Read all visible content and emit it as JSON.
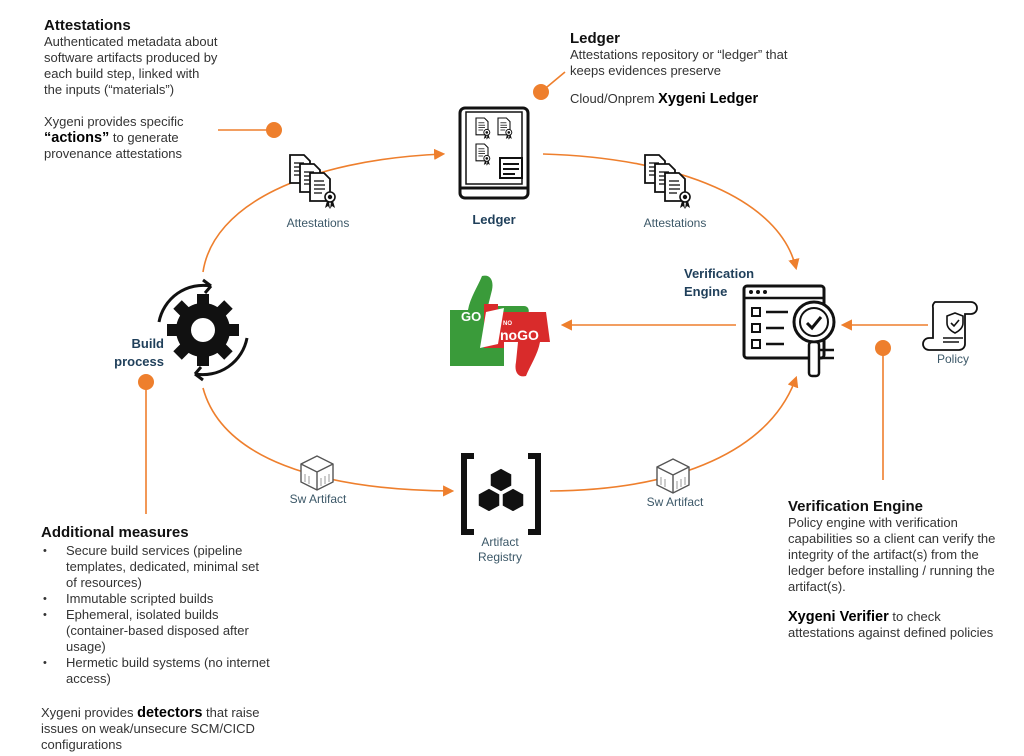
{
  "attestations": {
    "title": "Attestations",
    "desc": "Authenticated metadata about software artifacts produced by each build step, linked with the inputs (“materials”)",
    "xygeni_pre": "Xygeni provides specific",
    "xygeni_bold": "“actions”",
    "xygeni_post": "to generate provenance attestations"
  },
  "ledger_info": {
    "title": "Ledger",
    "desc": "Attestations repository or  “ledger” that keeps evidences preserve",
    "cloud_pre": "Cloud/Onprem",
    "cloud_bold": "Xygeni Ledger"
  },
  "nodes": {
    "ledger": "Ledger",
    "attestations_left": "Attestations",
    "attestations_right": "Attestations",
    "verification_engine": "Verification Engine",
    "policy": "Policy",
    "build_process": "Build process",
    "sw_artifact_left": "Sw Artifact",
    "sw_artifact_right": "Sw Artifact",
    "artifact_registry": "Artifact Registry",
    "go": "GO",
    "nogo_small": "NO",
    "nogo": "noGO"
  },
  "additional": {
    "title": "Additional measures",
    "items": [
      "Secure build services (pipeline templates, dedicated, minimal set of resources)",
      "Immutable scripted builds",
      "Ephemeral, isolated builds (container-based disposed after usage)",
      "Hermetic build systems (no internet access)"
    ],
    "xygeni_pre": "Xygeni provides",
    "xygeni_bold": "detectors",
    "xygeni_post": "that raise issues on weak/unsecure SCM/CICD configurations"
  },
  "verification_info": {
    "title": "Verification Engine",
    "desc": "Policy engine with verification capabilities so a client can verify the integrity of the artifact(s) from the ledger before installing / running the artifact(s).",
    "verifier_bold": "Xygeni Verifier",
    "verifier_post": "to check attestations against defined policies"
  },
  "colors": {
    "accent": "#ee7f2d",
    "go": "#3a9b3a",
    "nogo": "#d92b2b",
    "navy": "#1f3f5a"
  },
  "icons": [
    "document-stack-icon",
    "ledger-book-icon",
    "gear-icon",
    "verification-scanner-icon",
    "policy-scroll-icon",
    "artifact-box-icon",
    "registry-cubes-icon",
    "thumbs-go-nogo-icon"
  ]
}
